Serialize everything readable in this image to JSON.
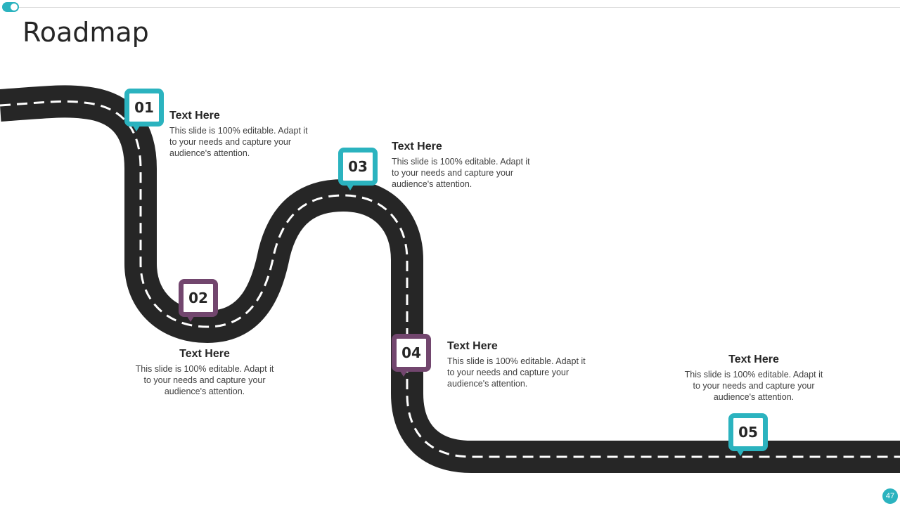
{
  "slide": {
    "title": "Roadmap",
    "page_number": "47",
    "accent_teal": "#2bb3bf",
    "accent_purple": "#72466e",
    "road_color": "#262626"
  },
  "milestones": [
    {
      "number": "01",
      "color": "teal",
      "heading": "Text Here",
      "body": "This slide is 100% editable. Adapt it to your needs and capture your audience's attention."
    },
    {
      "number": "02",
      "color": "purple",
      "heading": "Text Here",
      "body": "This slide is 100% editable. Adapt it to your needs and capture your audience's attention."
    },
    {
      "number": "03",
      "color": "teal",
      "heading": "Text Here",
      "body": "This slide is 100% editable. Adapt it to your needs and capture your audience's attention."
    },
    {
      "number": "04",
      "color": "purple",
      "heading": "Text Here",
      "body": "This slide is 100% editable. Adapt it to your needs and capture your audience's attention."
    },
    {
      "number": "05",
      "color": "teal",
      "heading": "Text Here",
      "body": "This slide is 100% editable. Adapt it to your needs and capture your audience's attention."
    }
  ]
}
